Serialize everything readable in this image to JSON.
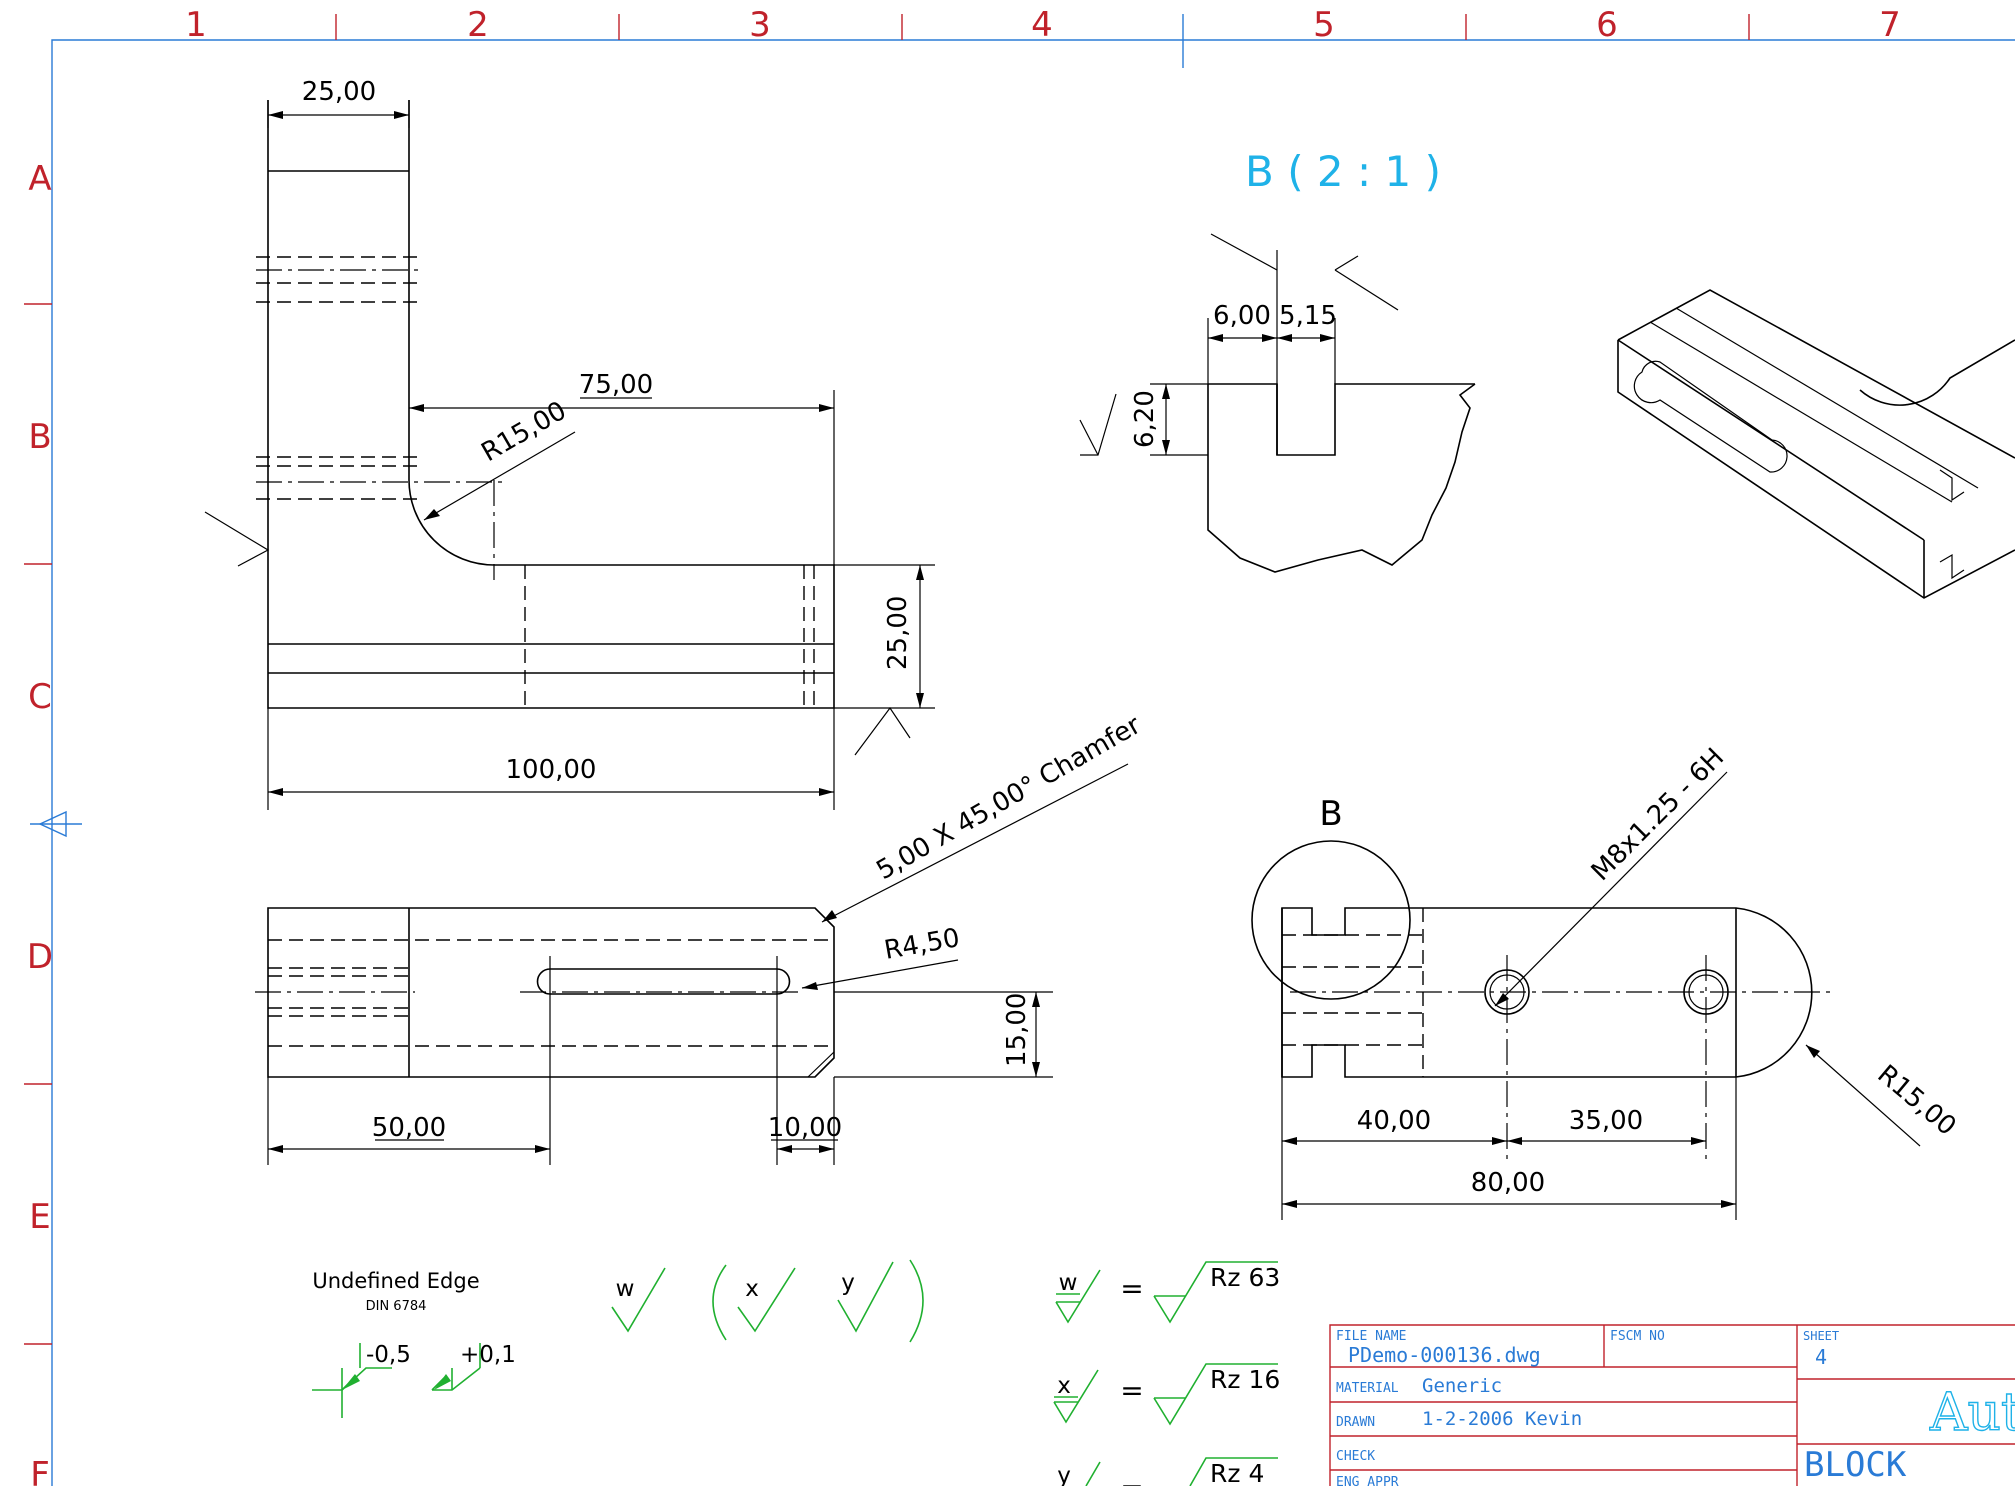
{
  "grid": {
    "columns": [
      "1",
      "2",
      "3",
      "4",
      "5",
      "6",
      "7"
    ],
    "rows": [
      "A",
      "B",
      "C",
      "D",
      "E",
      "F"
    ]
  },
  "dimensions": {
    "top_width": "25,00",
    "horiz_75": "75,00",
    "radius_15_left": "R15,00",
    "height_25": "25,00",
    "length_100": "100,00",
    "chamfer_note": "5,00 X 45,00° Chamfer",
    "slot_radius": "R4,50",
    "slot_height": "15,00",
    "dist_50": "50,00",
    "dist_10": "10,00",
    "detail_6": "6,00",
    "detail_515": "5,15",
    "detail_620": "6,20",
    "thread_callout": "M8x1.25 - 6H",
    "radius_15_right": "R15,00",
    "dist_40": "40,00",
    "dist_35": "35,00",
    "dist_80": "80,00"
  },
  "labels": {
    "detail_title": "B ( 2 : 1 )",
    "detail_marker": "B"
  },
  "edge_note": {
    "title": "Undefined Edge",
    "standard": "DIN 6784",
    "minus": "-0,5",
    "plus": "+0,1"
  },
  "surface": {
    "sym_w": "w",
    "sym_x": "x",
    "sym_y": "y",
    "eq": "=",
    "rz_w": "Rz 63",
    "rz_x": "Rz 16",
    "rz_y": "Rz 4"
  },
  "title_block": {
    "file_name_label": "FILE NAME",
    "file_name": "PDemo-000136.dwg",
    "fscm_label": "FSCM NO",
    "sheet_label": "SHEET",
    "sheet": "4",
    "material_label": "MATERIAL",
    "material": "Generic",
    "drawn_label": "DRAWN",
    "drawn": "1-2-2006 Kevin",
    "check_label": "CHECK",
    "eng_label": "ENG APPR",
    "logo": "Aut",
    "title": "BLOCK"
  }
}
